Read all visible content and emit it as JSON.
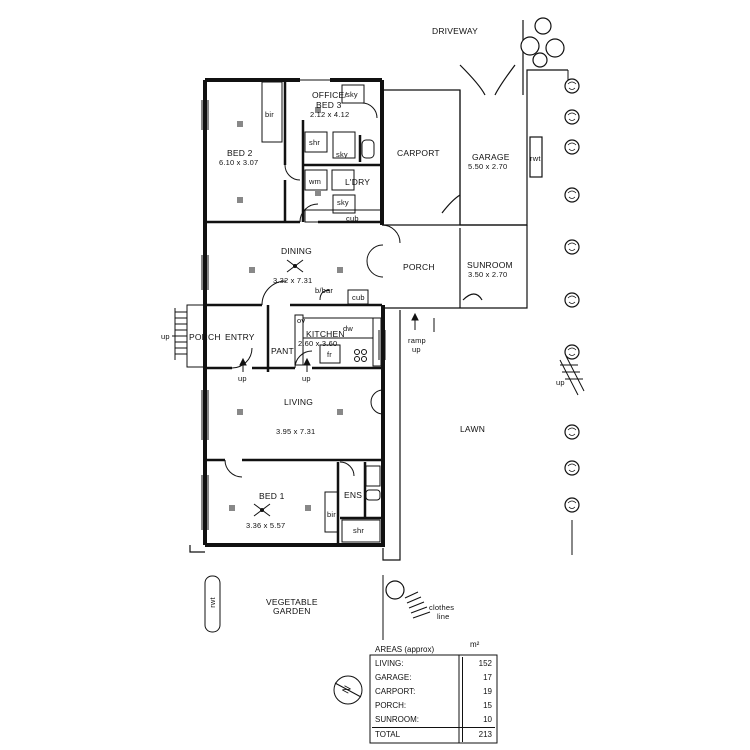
{
  "labels": {
    "driveway": "DRIVEWAY",
    "office": "OFFICE/",
    "bed3": "BED 3",
    "office_dim": "2.12 x 4.12",
    "bed2": "BED 2",
    "bed2_dim": "6.10 x 3.07",
    "bir_bed2": "bir",
    "sky1": "sky",
    "shr1": "shr",
    "sky2": "sky",
    "wm": "wm",
    "ldry": "L'DRY",
    "sky3": "sky",
    "cub1": "cub",
    "carport": "CARPORT",
    "garage": "GARAGE",
    "garage_dim": "5.50 x 2.70",
    "rwt1": "rwt",
    "dining": "DINING",
    "dining_dim": "3.32 x 7.31",
    "porch_east": "PORCH",
    "sunroom": "SUNROOM",
    "sunroom_dim": "3.50 x 2.70",
    "bbar": "b/bar",
    "cub2": "cub",
    "ov": "ov",
    "dw": "dw",
    "kitchen": "KITCHEN",
    "kitchen_dim": "2.60 x 3.60",
    "fr": "fr",
    "pant": "PANT",
    "porch_west": "PORCH",
    "entry": "ENTRY",
    "up_west": "up",
    "up_entry": "up",
    "up_pant": "up",
    "ramp": "ramp",
    "ramp_up": "up",
    "up_east": "up",
    "living": "LIVING",
    "living_dim": "3.95 x 7.31",
    "lawn": "LAWN",
    "bed1": "BED 1",
    "bed1_dim": "3.36 x 5.57",
    "ens": "ENS",
    "bir_bed1": "bir",
    "shr2": "shr",
    "rwt2": "rwt",
    "veg1": "VEGETABLE",
    "veg2": "GARDEN",
    "clothes1": "clothes",
    "clothes2": "line",
    "north": "N"
  },
  "areas": {
    "title": "AREAS (approx)",
    "unit": "m²",
    "rows": [
      {
        "name": "LIVING:",
        "value": "152"
      },
      {
        "name": "GARAGE:",
        "value": "17"
      },
      {
        "name": "CARPORT:",
        "value": "19"
      },
      {
        "name": "PORCH:",
        "value": "15"
      },
      {
        "name": "SUNROOM:",
        "value": "10"
      }
    ],
    "total": {
      "name": "TOTAL",
      "value": "213"
    }
  }
}
